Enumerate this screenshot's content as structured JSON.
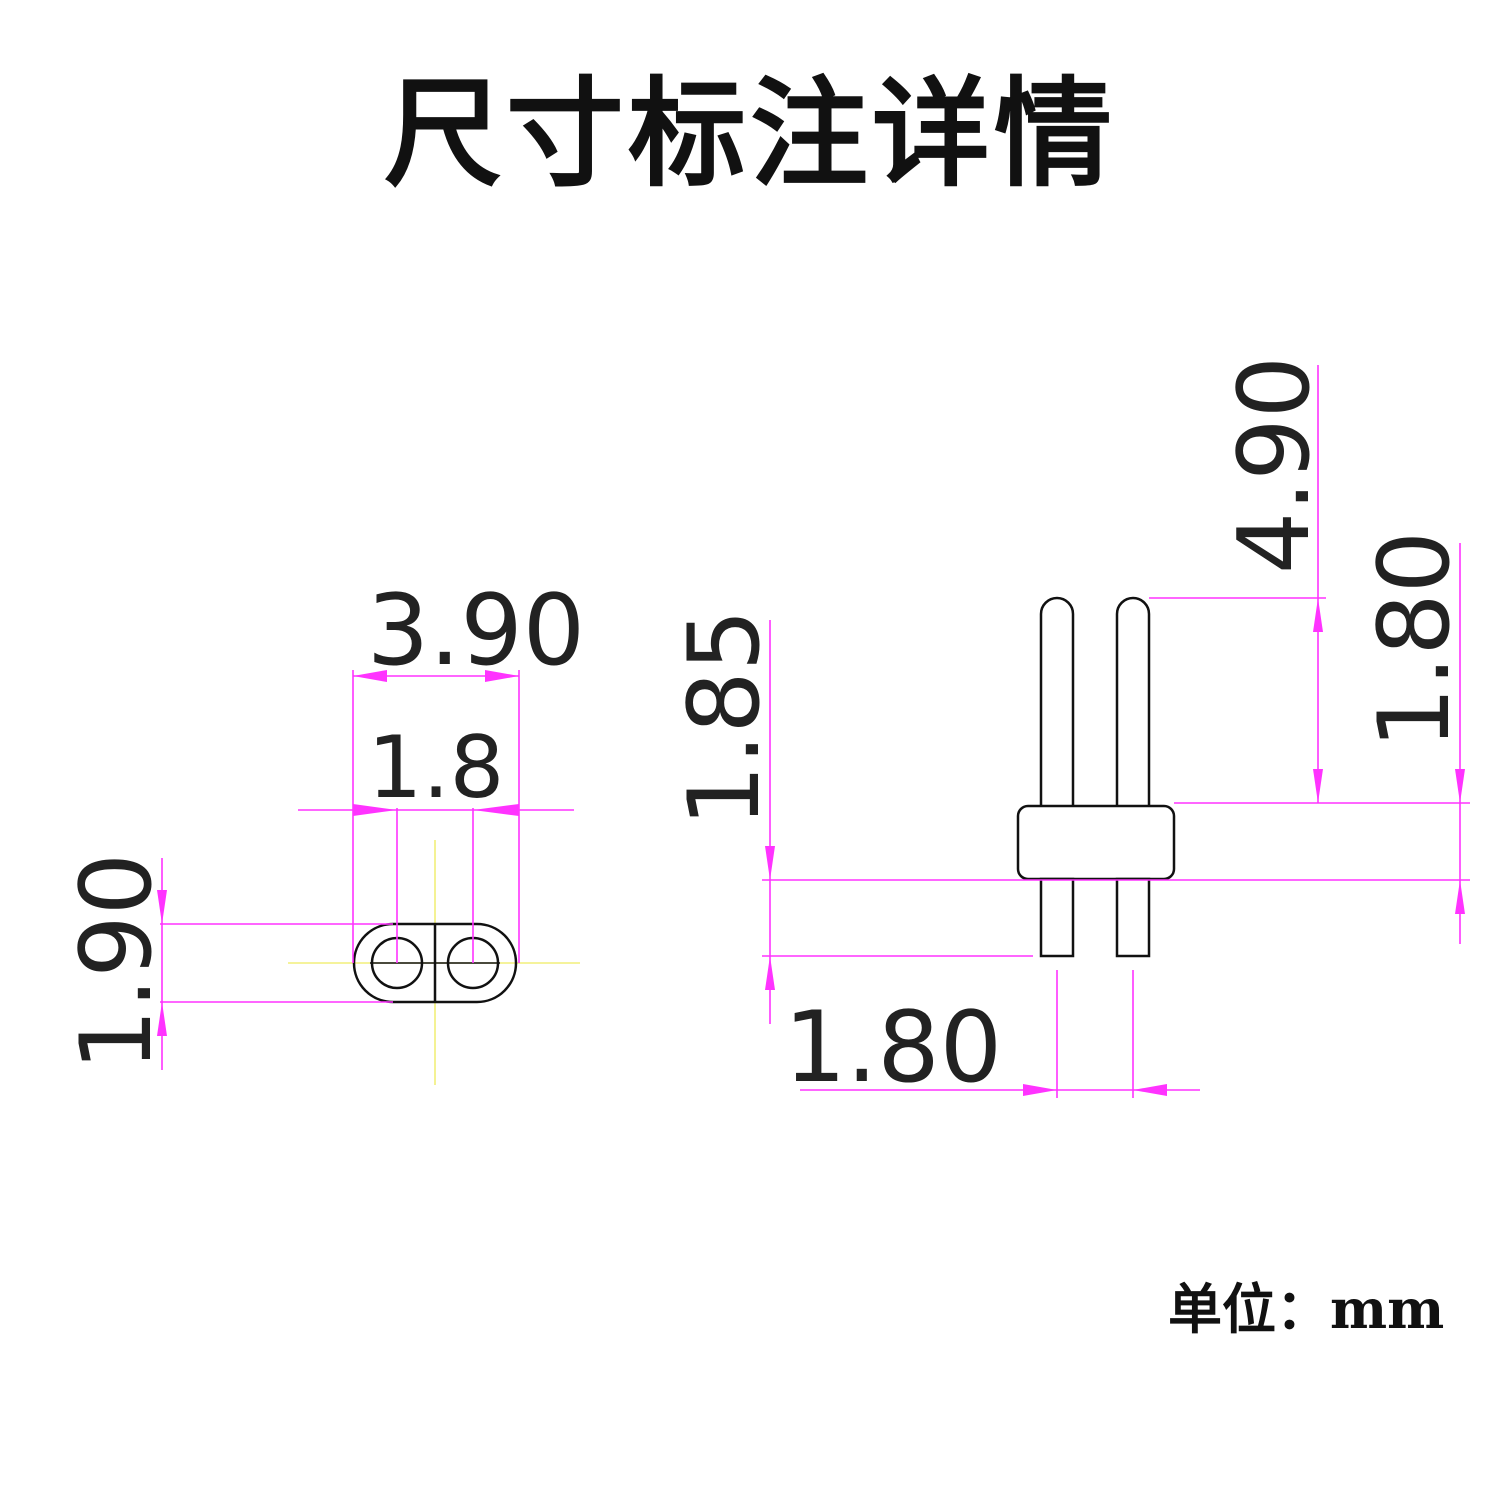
{
  "title": "尺寸标注详情",
  "unit_label": "单位：mm",
  "colors": {
    "dimension": "#ff33ff",
    "outline": "#111111",
    "centerline": "#f2ef7a"
  },
  "dimensions": {
    "top_view_width": "3.90",
    "top_view_pitch": "1.8",
    "top_view_height": "1.90",
    "pin_pitch": "1.80",
    "pin_lower_length": "1.85",
    "pin_upper_length": "4.90",
    "housing_height": "1.80"
  }
}
